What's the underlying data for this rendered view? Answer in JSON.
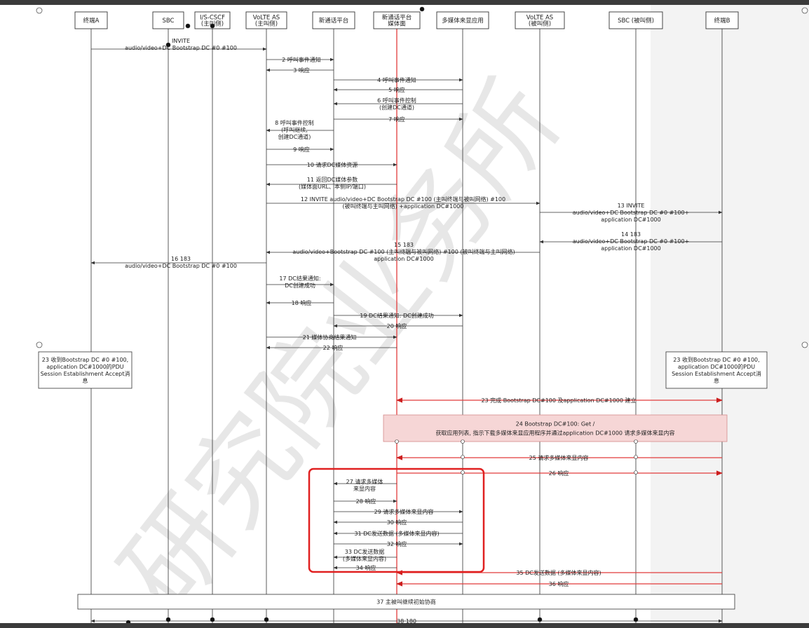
{
  "participants": [
    {
      "id": "tA",
      "lines": [
        "终端A"
      ]
    },
    {
      "id": "sbc1",
      "lines": [
        "SBC"
      ]
    },
    {
      "id": "icscf",
      "lines": [
        "I/S-CSCF",
        "(主叫侧)"
      ]
    },
    {
      "id": "volte1",
      "lines": [
        "VoLTE AS",
        "(主叫侧)"
      ]
    },
    {
      "id": "ncp",
      "lines": [
        "新通话平台"
      ]
    },
    {
      "id": "ncpm",
      "lines": [
        "新通话平台",
        "媒体面"
      ]
    },
    {
      "id": "mma",
      "lines": [
        "多媒体来显应用"
      ]
    },
    {
      "id": "volte2",
      "lines": [
        "VoLTE AS",
        "(被叫侧)"
      ]
    },
    {
      "id": "sbc2",
      "lines": [
        "SBC (被叫侧)"
      ]
    },
    {
      "id": "tB",
      "lines": [
        "终端B"
      ]
    }
  ],
  "messages": [
    {
      "id": "m1",
      "lines": [
        "INVITE",
        "audio/video+DC Bootstrap DC #0 #100"
      ]
    },
    {
      "id": "m2",
      "lines": [
        "2 呼叫事件通知"
      ]
    },
    {
      "id": "m3",
      "lines": [
        "3 响应"
      ]
    },
    {
      "id": "m4",
      "lines": [
        "4 呼叫事件通知"
      ]
    },
    {
      "id": "m5",
      "lines": [
        "5 响应"
      ]
    },
    {
      "id": "m6",
      "lines": [
        "6 呼叫事件控制",
        "(创建DC通道)"
      ]
    },
    {
      "id": "m7",
      "lines": [
        "7 响应"
      ]
    },
    {
      "id": "m8",
      "lines": [
        "8 呼叫事件控制",
        "(呼叫继续,",
        "创建DC通道)"
      ]
    },
    {
      "id": "m9",
      "lines": [
        "9 响应"
      ]
    },
    {
      "id": "m10",
      "lines": [
        "10 请求DC媒体资源"
      ]
    },
    {
      "id": "m11",
      "lines": [
        "11 返回DC媒体参数",
        "(媒体面URL、本侧IP/端口)"
      ]
    },
    {
      "id": "m12",
      "lines": [
        "12 INVITE  audio/video+DC Bootstrap DC  #100 (主叫终端与被叫网络)  #100",
        "(被叫终端与主叫网络) +application DC#1000"
      ]
    },
    {
      "id": "m13",
      "lines": [
        "13 INVITE",
        "audio/video+DC Bootstrap DC #0 #100+",
        "application DC#1000"
      ]
    },
    {
      "id": "m14",
      "lines": [
        "14 183",
        "audio/video+DC Bootstrap DC #0 #100+",
        "application DC#1000"
      ]
    },
    {
      "id": "m15",
      "lines": [
        "15 183",
        "audio/video+Bootstrap DC  #100 (主叫终端与被叫网络)  #100 (被叫终端与主叫网络)",
        "application DC#1000"
      ]
    },
    {
      "id": "m16",
      "lines": [
        "16 183",
        "audio/video+DC Bootstrap DC #0 #100"
      ]
    },
    {
      "id": "m17",
      "lines": [
        "17 DC结果通知:",
        "DC创建成功"
      ]
    },
    {
      "id": "m18",
      "lines": [
        "18 响应"
      ]
    },
    {
      "id": "m19",
      "lines": [
        "19 DC结果通知: DC创建成功"
      ]
    },
    {
      "id": "m20",
      "lines": [
        "20 响应"
      ]
    },
    {
      "id": "m21",
      "lines": [
        "21 媒体协商结果通知"
      ]
    },
    {
      "id": "m22",
      "lines": [
        "22 响应"
      ]
    },
    {
      "id": "m23",
      "lines": [
        "23 完成 Bootstrap DC#100 及application DC#1000 建立"
      ]
    },
    {
      "id": "m25",
      "lines": [
        "25 请求多媒体来显内容"
      ]
    },
    {
      "id": "m26",
      "lines": [
        "26 响应"
      ]
    },
    {
      "id": "m27",
      "lines": [
        "27 请求多媒体",
        "来显内容"
      ]
    },
    {
      "id": "m28",
      "lines": [
        "28 响应"
      ]
    },
    {
      "id": "m29",
      "lines": [
        "29 请求多媒体来显内容"
      ]
    },
    {
      "id": "m30",
      "lines": [
        "30 响应"
      ]
    },
    {
      "id": "m31",
      "lines": [
        "31 DC发送数据 (多媒体来显内容)"
      ]
    },
    {
      "id": "m32",
      "lines": [
        "32 响应"
      ]
    },
    {
      "id": "m33",
      "lines": [
        "33 DC发送数据",
        "(多媒体来显内容)"
      ]
    },
    {
      "id": "m34",
      "lines": [
        "34 响应"
      ]
    },
    {
      "id": "m35",
      "lines": [
        "35 DC发送数据  (多媒体来显内容)"
      ]
    },
    {
      "id": "m36",
      "lines": [
        "36 响应"
      ]
    },
    {
      "id": "m38",
      "lines": [
        "38 180"
      ]
    }
  ],
  "notes": [
    {
      "id": "n23a",
      "lines": [
        "23 收到Bootstrap DC #0 #100,",
        "application DC#1000的PDU",
        "Session Establishment Accept消",
        "息"
      ]
    },
    {
      "id": "n23b",
      "lines": [
        "23 收到Bootstrap DC #0 #100,",
        "application DC#1000的PDU",
        "Session Establishment Accept消",
        "息"
      ]
    },
    {
      "id": "n24",
      "lines": [
        "24 Bootstrap DC#100: Get /",
        "获取应用列表, 指示下载多媒体来显应用程序并通过application DC#1000 请求多媒体来显内容"
      ]
    },
    {
      "id": "n37",
      "lines": [
        "37 主被叫继续初始协商"
      ]
    }
  ],
  "watermark": {
    "text": "研究院业务所"
  },
  "colors": {
    "line": "#333333",
    "red": "#cc1f1f",
    "redLine": "#e23b3b",
    "note24Fill": "#f6d6d6",
    "highlight": "#e02020"
  }
}
